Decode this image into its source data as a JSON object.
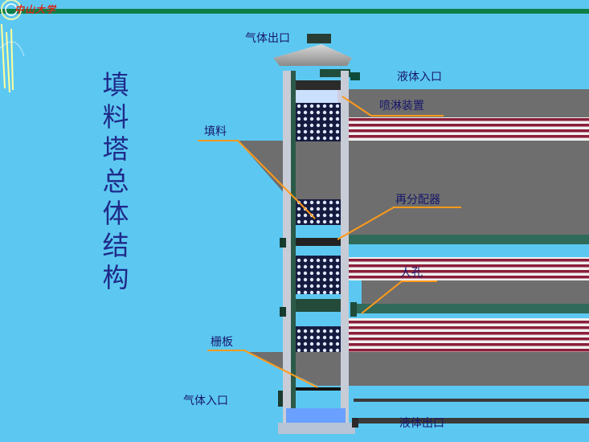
{
  "logo": {
    "text": "中山大学"
  },
  "title": "填料塔总体结构",
  "labels": {
    "gas_outlet": "气体出口",
    "liquid_inlet": "液体入口",
    "spray_device": "喷淋装置",
    "packing": "填料",
    "redistributor": "再分配器",
    "manhole": "人孔",
    "grid_plate": "栅板",
    "gas_inlet": "气体入口",
    "liquid_outlet": "液体出口"
  },
  "colors": {
    "background": "#5cc8f2",
    "title_text": "#1f2a88",
    "label_text": "#17176b",
    "pointer_panel": "#6e6e6e",
    "leader_line": "#ff9a1a",
    "top_bar": "#0d7f46",
    "packing_fill": "#151a3f",
    "stripe_red": "#8b1e3a"
  }
}
